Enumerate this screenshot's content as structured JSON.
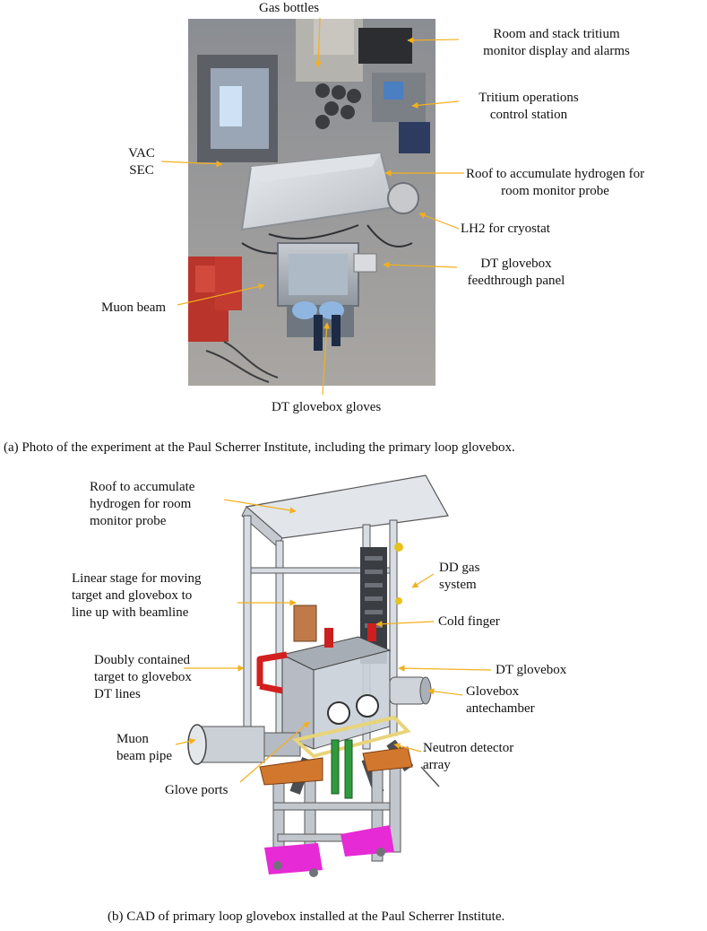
{
  "fig_a": {
    "labels": {
      "gas_bottles": "Gas bottles",
      "room_stack_1": "Room and stack tritium",
      "room_stack_2": "monitor display and alarms",
      "tritium_ops_1": "Tritium operations",
      "tritium_ops_2": "control station",
      "vac": "VAC",
      "sec": "SEC",
      "roof_1": "Roof to accumulate hydrogen for",
      "roof_2": "room monitor probe",
      "lh2": "LH2 for cryostat",
      "dt_feed_1": "DT glovebox",
      "dt_feed_2": "feedthrough panel",
      "muon_beam": "Muon beam",
      "dt_gloves": "DT glovebox gloves"
    },
    "caption": "(a) Photo of the experiment at the Paul Scherrer Institute, including the primary loop glovebox."
  },
  "fig_b": {
    "labels": {
      "roof_1": "Roof to accumulate",
      "roof_2": "hydrogen for room",
      "roof_3": "monitor probe",
      "dd_1": "DD gas",
      "dd_2": "system",
      "linear_1": "Linear stage for moving",
      "linear_2": "target and glovebox to",
      "linear_3": "line up with beamline",
      "cold_finger": "Cold finger",
      "doubly_1": "Doubly contained",
      "doubly_2": "target to glovebox",
      "doubly_3": "DT lines",
      "dt_glovebox": "DT glovebox",
      "ante_1": "Glovebox",
      "ante_2": "antechamber",
      "muon_1": "Muon",
      "muon_2": "beam pipe",
      "neutron_1": "Neutron detector",
      "neutron_2": "array",
      "glove_ports": "Glove ports"
    },
    "caption": "(b) CAD of primary loop glovebox installed at the Paul Scherrer Institute."
  },
  "colors": {
    "leader": "#f2b01e"
  }
}
